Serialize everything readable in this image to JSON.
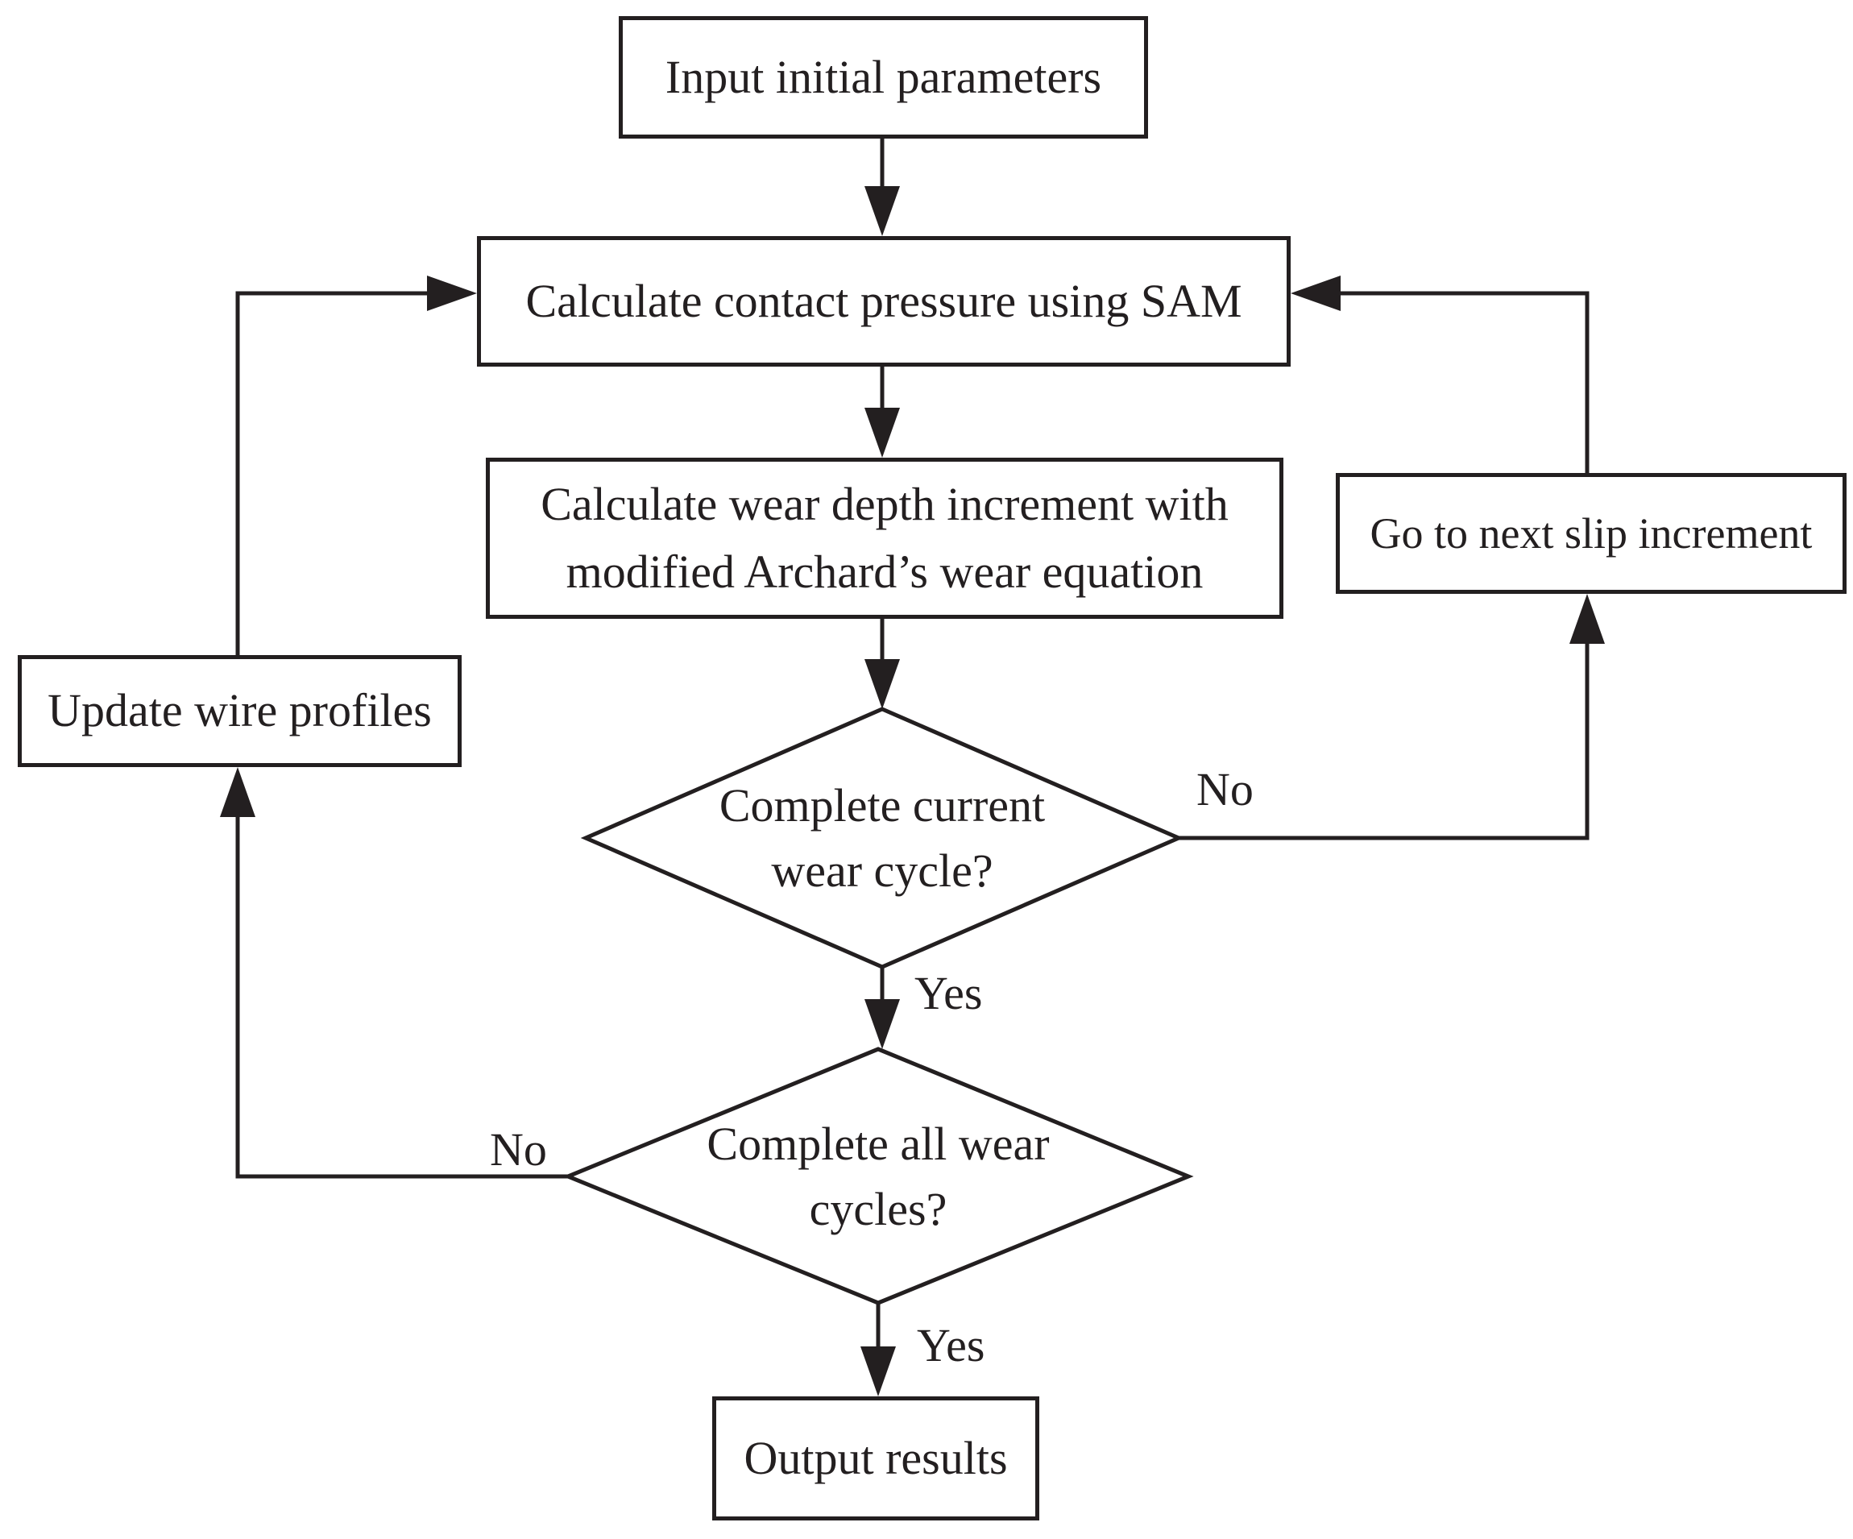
{
  "nodes": {
    "input": {
      "label": "Input initial parameters"
    },
    "pressure": {
      "label": "Calculate contact pressure using SAM"
    },
    "wear_depth": {
      "label": "Calculate wear depth increment with\nmodified Archard’s wear equation"
    },
    "next_slip": {
      "label": "Go to next slip increment"
    },
    "update_wires": {
      "label": "Update wire profiles"
    },
    "current_cycle": {
      "label": "Complete current\nwear cycle?"
    },
    "all_cycles": {
      "label": "Complete all wear\ncycles?"
    },
    "output": {
      "label": "Output results"
    }
  },
  "edge_labels": {
    "current_no": "No",
    "current_yes": "Yes",
    "all_no": "No",
    "all_yes": "Yes"
  },
  "colors": {
    "line": "#231f20",
    "text": "#231f20",
    "background": "#ffffff"
  }
}
